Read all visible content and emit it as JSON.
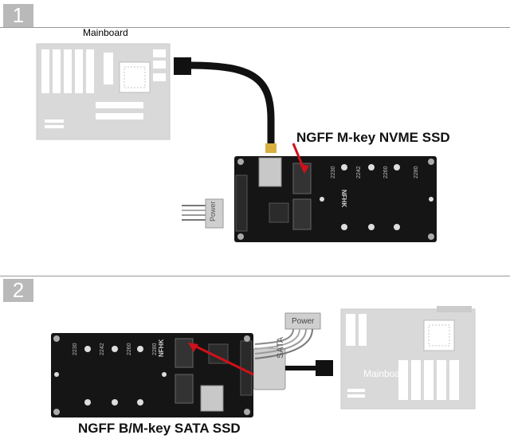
{
  "steps": [
    {
      "number": "1",
      "mainboard_label": "Mainboard",
      "callout": "NGFF M-key NVME SSD",
      "power_label": "Power"
    },
    {
      "number": "2",
      "mainboard_label": "Mainboard",
      "callout": "NGFF B/M-key SATA SSD",
      "power_label": "Power",
      "sata_label": "SATA"
    }
  ],
  "board": {
    "brand": "NFHK",
    "silk_sizes": [
      "2230",
      "2242",
      "2260",
      "2280"
    ]
  },
  "colors": {
    "step_box": "#b9b9b9",
    "mainboard": "#d9d9d9",
    "pcb": "#151515",
    "arrow": "#d0101a"
  }
}
